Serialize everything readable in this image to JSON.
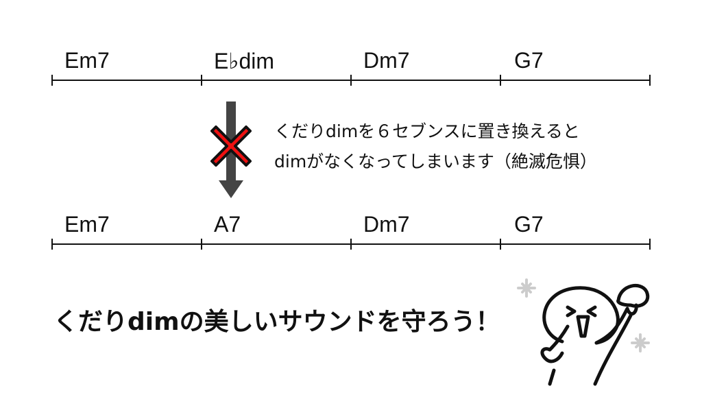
{
  "row_original": {
    "chords": [
      "Em7",
      "E♭dim",
      "Dm7",
      "G7"
    ]
  },
  "row_substituted": {
    "chords": [
      "Em7",
      "A7",
      "Dm7",
      "G7"
    ]
  },
  "note": {
    "line1": "くだりdimを６セブンスに置き換えると",
    "line2": "dimがなくなってしまいます（絶滅危惧）"
  },
  "slogan": "くだりdimの美しいサウンドを守ろう！",
  "colors": {
    "cross": "#ee1111",
    "arrow": "#444444",
    "sparkle": "#cccccc"
  }
}
